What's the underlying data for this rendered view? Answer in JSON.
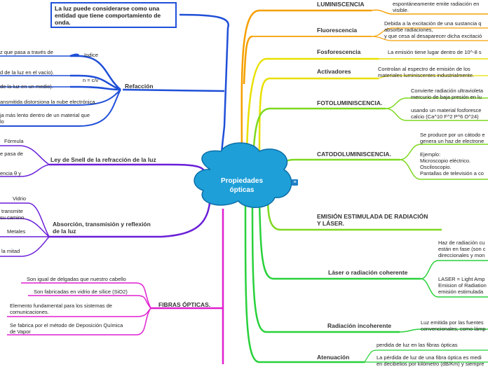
{
  "root": {
    "label_line1": "Propiedades",
    "label_line2": "ópticas"
  },
  "note": {
    "text": "La luz puede considerarse como una entidad que tiene comportamiento de onda."
  },
  "left": {
    "refraccion": {
      "label": "Refacción",
      "indice": "Indice",
      "n_formula": "n = c/v",
      "items": [
        "z que pasa a través de",
        "d de la luz en el vacío).",
        "de la luz en un medio).",
        "ansmitida distorsiona la nube electrónica",
        "ja más lento dentro de un material que",
        "lo"
      ]
    },
    "snell": {
      "label": "Ley de Snell de la refracción de la luz",
      "formula": "Fórmula",
      "items": [
        "e pasa de",
        "encia θ y"
      ]
    },
    "absorcion": {
      "label_line1": "Absorción, transmisión y reflexión",
      "label_line2": "de la luz",
      "vidrio": "Vidrio",
      "metales": "Metales",
      "items": [
        "transmite",
        "su camino.",
        "la mitad"
      ]
    },
    "fibras": {
      "label": "FIBRAS ÓPTICAS.",
      "items": [
        "Son igual de delgadas que nuestro cabello",
        "Son fabricadas en vidrio de sílice (SiO2)",
        "Elemento fundamental para los sistemas de",
        "comunicaciones.",
        "Se fabrica por el método de Deposición Química",
        "de Vapor"
      ]
    }
  },
  "right": {
    "luminiscencia": {
      "label": "LUMINISCENCIA",
      "desc_line1": "espontáneamente emite radiación en",
      "desc_line2": "visible."
    },
    "fluorescencia": {
      "label": "Fluorescencia",
      "desc_line1": "Debida a la excitación de una sustancia q",
      "desc_line2": "absorbe radiaciones,",
      "desc_line3": "y que cesa al desaparecer dicha excitació"
    },
    "fosforescencia": {
      "label": "Fosforescencia",
      "desc": "La emisión tiene lugar dentro de 10^-8 s"
    },
    "activadores": {
      "label": "Activadores",
      "desc_line1": "Controlan al espectro de emisión de los",
      "desc_line2": "materiales luminiscentes industrialmente."
    },
    "fotolum": {
      "label": "FOTOLUMINISCENCIA.",
      "a_line1": "Convierte radiación ultravioleta",
      "a_line2": "mercurio de baja presión en lu",
      "b_line1": "usando un material fosforesce",
      "b_line2": "calcio (Ca^10 F^2 P^6 O^24)"
    },
    "catodolum": {
      "label": "CATODOLUMINISCENCIA.",
      "a_line1": "Se produce por un cátodo e",
      "a_line2": "genera un haz de electrone",
      "ej": "Ejemplo:",
      "ej1": "Microscopio eléctrico.",
      "ej2": "Osciloscopio.",
      "ej3": "Pantallas de televisión a co"
    },
    "emision": {
      "label_line1": "EMISIÓN ESTIMULADA DE RADIACIÓN",
      "label_line2": "Y LÁSER."
    },
    "laser": {
      "label": "Láser o radiación coherente",
      "a_line1": "Haz de radiación cu",
      "a_line2": "están en fase (son c",
      "a_line3": "direccionales y mon",
      "b_line1": "LASER = Light Amp",
      "b_line2": "Emision of Radiation",
      "b_line3": "emisión estimulada"
    },
    "incoherente": {
      "label": "Radiación incoherente",
      "desc_line1": "Luz emitida por las fuentes",
      "desc_line2": "convencionales, como lámp"
    },
    "atenuacion": {
      "label": "Atenuación",
      "desc1": "perdida de luz en las fibras ópticas",
      "desc2_line1": "La pérdida de luz de una fibra óptica es medi",
      "desc2_line2": "en decibelios por kilómetro (dB/Km) y siempre"
    }
  },
  "colors": {
    "blue": "#1f4fd8",
    "purple": "#6a1fd8",
    "magenta": "#e01fd0",
    "orange": "#f5a000",
    "yellow": "#e8e000",
    "lime": "#7ed81f",
    "green": "#28d13a",
    "bubble": "#1e9fd8"
  }
}
